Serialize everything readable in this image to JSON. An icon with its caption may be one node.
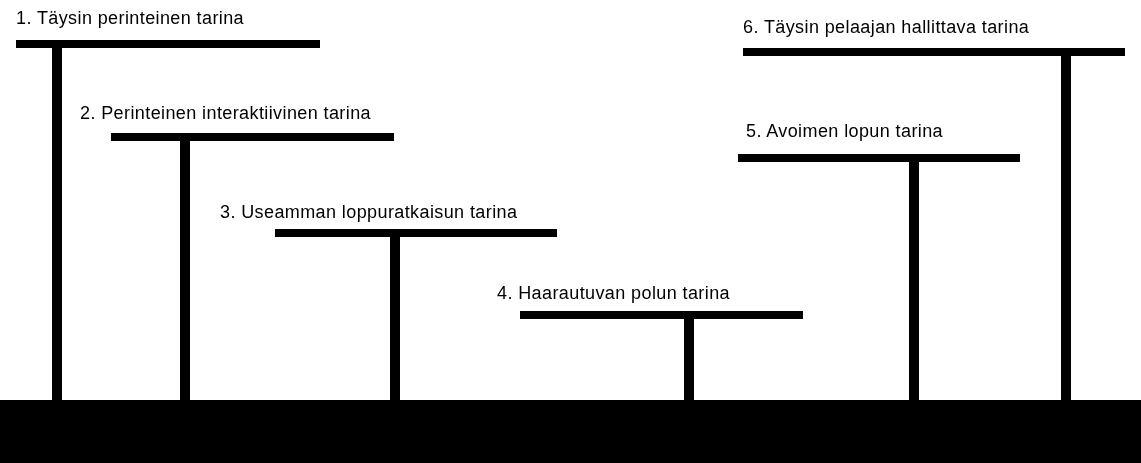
{
  "diagram": {
    "labels": [
      "1. Täysin perinteinen tarina",
      "2. Perinteinen interaktiivinen tarina",
      "3. Useamman loppuratkaisun tarina",
      "4. Haarautuvan polun tarina",
      "5. Avoimen lopun tarina",
      "6. Täysin pelaajan hallittava tarina"
    ]
  }
}
